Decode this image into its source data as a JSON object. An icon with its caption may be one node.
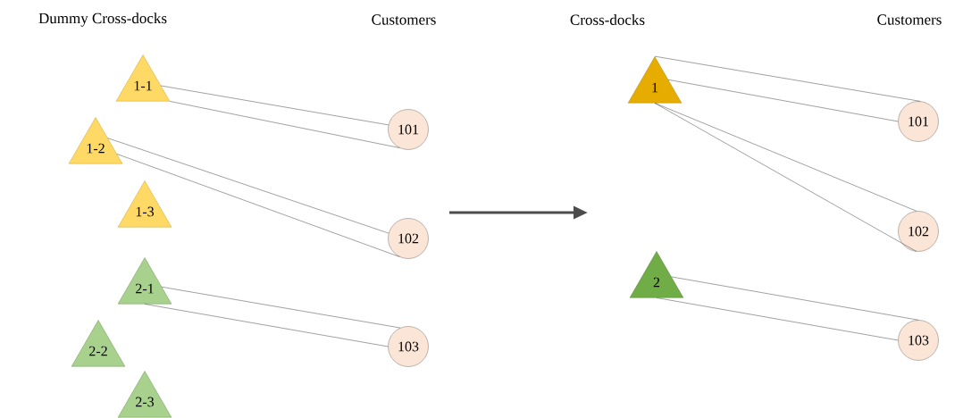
{
  "diagram": {
    "nodes": [
      {
        "text": [
          "1-1"
        ]
      },
      {
        "text": [
          "1-2"
        ]
      },
      {
        "text": [
          "1-3"
        ]
      },
      {
        "text": [
          "2-1"
        ]
      },
      {
        "text": [
          "2-2"
        ]
      },
      {
        "text": [
          "2-3"
        ]
      },
      {
        "text": [
          "101"
        ]
      },
      {
        "text": [
          "102"
        ]
      },
      {
        "text": [
          "103"
        ]
      },
      {
        "text": [
          "1"
        ]
      },
      {
        "text": [
          "2"
        ]
      },
      {
        "text": [
          "101"
        ]
      },
      {
        "text": [
          "102"
        ]
      },
      {
        "text": [
          "103"
        ]
      }
    ],
    "edges": [
      {
        "from": 0,
        "to": 6,
        "arrow": "none"
      },
      {
        "from": 0,
        "to": 6,
        "arrow": "none"
      },
      {
        "from": 1,
        "to": 7,
        "arrow": "none"
      },
      {
        "from": 1,
        "to": 7,
        "arrow": "none"
      },
      {
        "from": 3,
        "to": 8,
        "arrow": "none"
      },
      {
        "from": 3,
        "to": 8,
        "arrow": "none"
      },
      {
        "from": 9,
        "to": 11,
        "arrow": "none"
      },
      {
        "from": 9,
        "to": 11,
        "arrow": "none"
      },
      {
        "from": 9,
        "to": 12,
        "arrow": "none"
      },
      {
        "from": 9,
        "to": 12,
        "arrow": "none"
      },
      {
        "from": 10,
        "to": 13,
        "arrow": "none"
      },
      {
        "from": 10,
        "to": 13,
        "arrow": "none"
      }
    ],
    "labels": [
      "Dummy Cross-docks",
      "Customers",
      "Cross-docks",
      "Customers"
    ]
  }
}
